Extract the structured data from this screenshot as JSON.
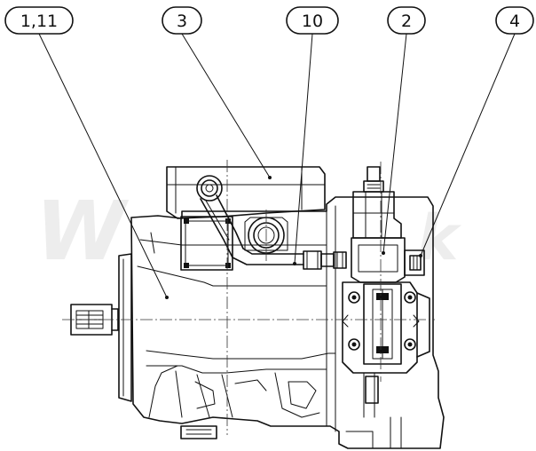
{
  "watermark": "Wi...k",
  "callouts": [
    {
      "id": "c1",
      "label": "1,11"
    },
    {
      "id": "c2",
      "label": "3"
    },
    {
      "id": "c3",
      "label": "10"
    },
    {
      "id": "c4",
      "label": "2"
    },
    {
      "id": "c5",
      "label": "4"
    }
  ]
}
